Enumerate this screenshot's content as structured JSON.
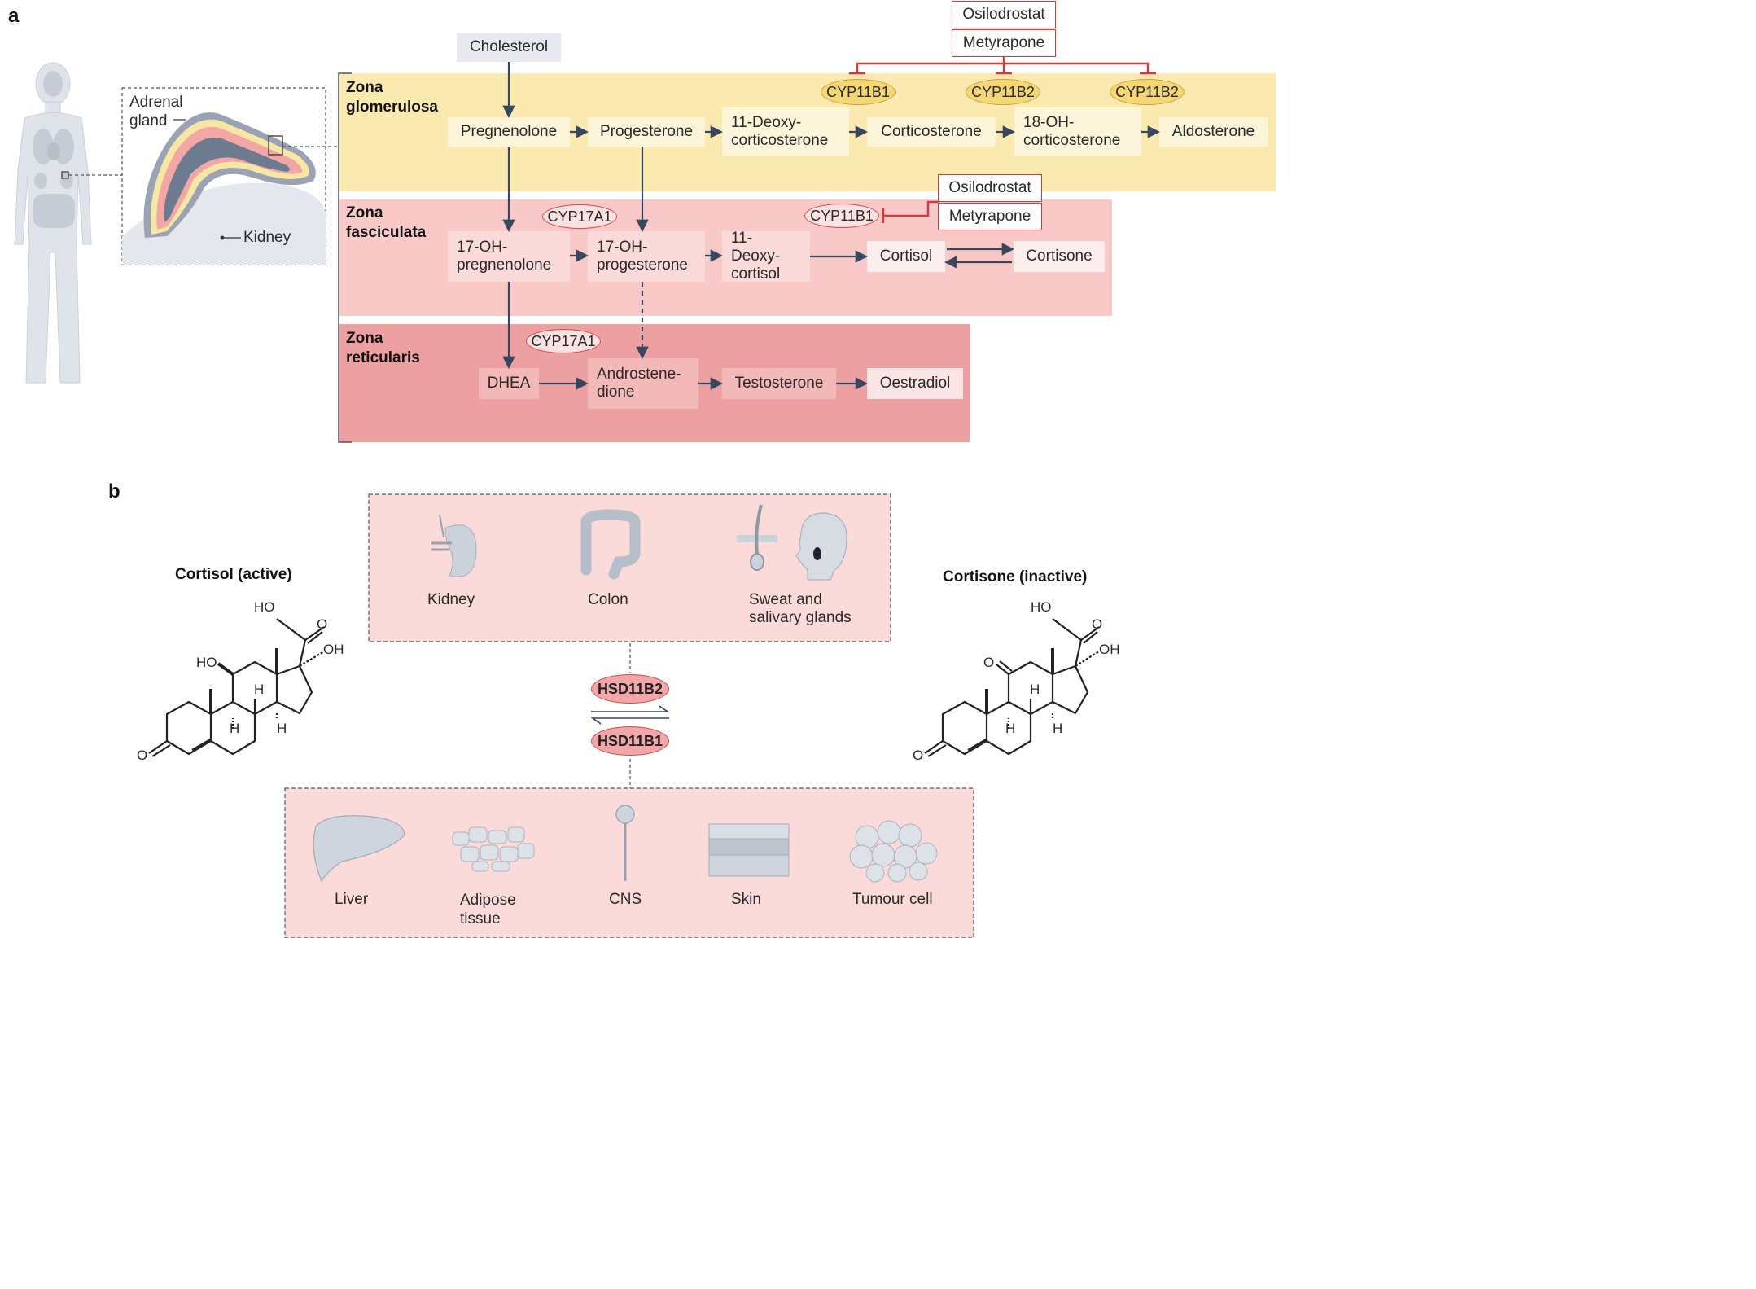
{
  "panels": {
    "a": "a",
    "b": "b"
  },
  "anatomy": {
    "adrenal": "Adrenal\ngland",
    "kidney": "Kidney"
  },
  "zones": {
    "glomerulosa": "Zona\nglomerulosa",
    "fasciculata": "Zona\nfasciculata",
    "reticularis": "Zona\nreticularis"
  },
  "compounds": {
    "cholesterol": "Cholesterol",
    "pregnenolone": "Pregnenolone",
    "progesterone": "Progesterone",
    "deoxycorticosterone": "11-Deoxy-\ncorticosterone",
    "corticosterone": "Corticosterone",
    "oh_corticosterone": "18-OH-\ncorticosterone",
    "aldosterone": "Aldosterone",
    "oh_pregnenolone": "17-OH-\npregnenolone",
    "oh_progesterone": "17-OH-\nprogesterone",
    "deoxycortisol": "11-Deoxy-\ncortisol",
    "cortisol": "Cortisol",
    "cortisone": "Cortisone",
    "dhea": "DHEA",
    "androstenedione": "Androstene-\ndione",
    "testosterone": "Testosterone",
    "oestradiol": "Oestradiol"
  },
  "enzymes": {
    "cyp11b1_top": "CYP11B1",
    "cyp11b2_a": "CYP11B2",
    "cyp11b2_b": "CYP11B2",
    "cyp17a1_fasc": "CYP17A1",
    "cyp11b1_fasc": "CYP11B1",
    "cyp17a1_ret": "CYP17A1",
    "hsd11b2": "HSD11B2",
    "hsd11b1": "HSD11B1"
  },
  "drugs": {
    "top": [
      "Osilodrostat",
      "Metyrapone"
    ],
    "mid": [
      "Osilodrostat",
      "Metyrapone"
    ]
  },
  "panel_b": {
    "cortisol_title": "Cortisol (active)",
    "cortisone_title": "Cortisone (inactive)",
    "top_tissues": [
      "Kidney",
      "Colon",
      "Sweat and\nsalivary glands"
    ],
    "bottom_tissues": [
      "Liver",
      "Adipose\ntissue",
      "CNS",
      "Skin",
      "Tumour cell"
    ]
  },
  "chem_labels": {
    "HO": "HO",
    "OH": "OH",
    "O": "O",
    "H": "H"
  },
  "colors": {
    "glomerulosa": "#fbeab0",
    "fasciculata": "#f9c9c7",
    "reticularis": "#eda0a1",
    "arrow": "#37475f",
    "inhibitor": "#d23b3b"
  }
}
